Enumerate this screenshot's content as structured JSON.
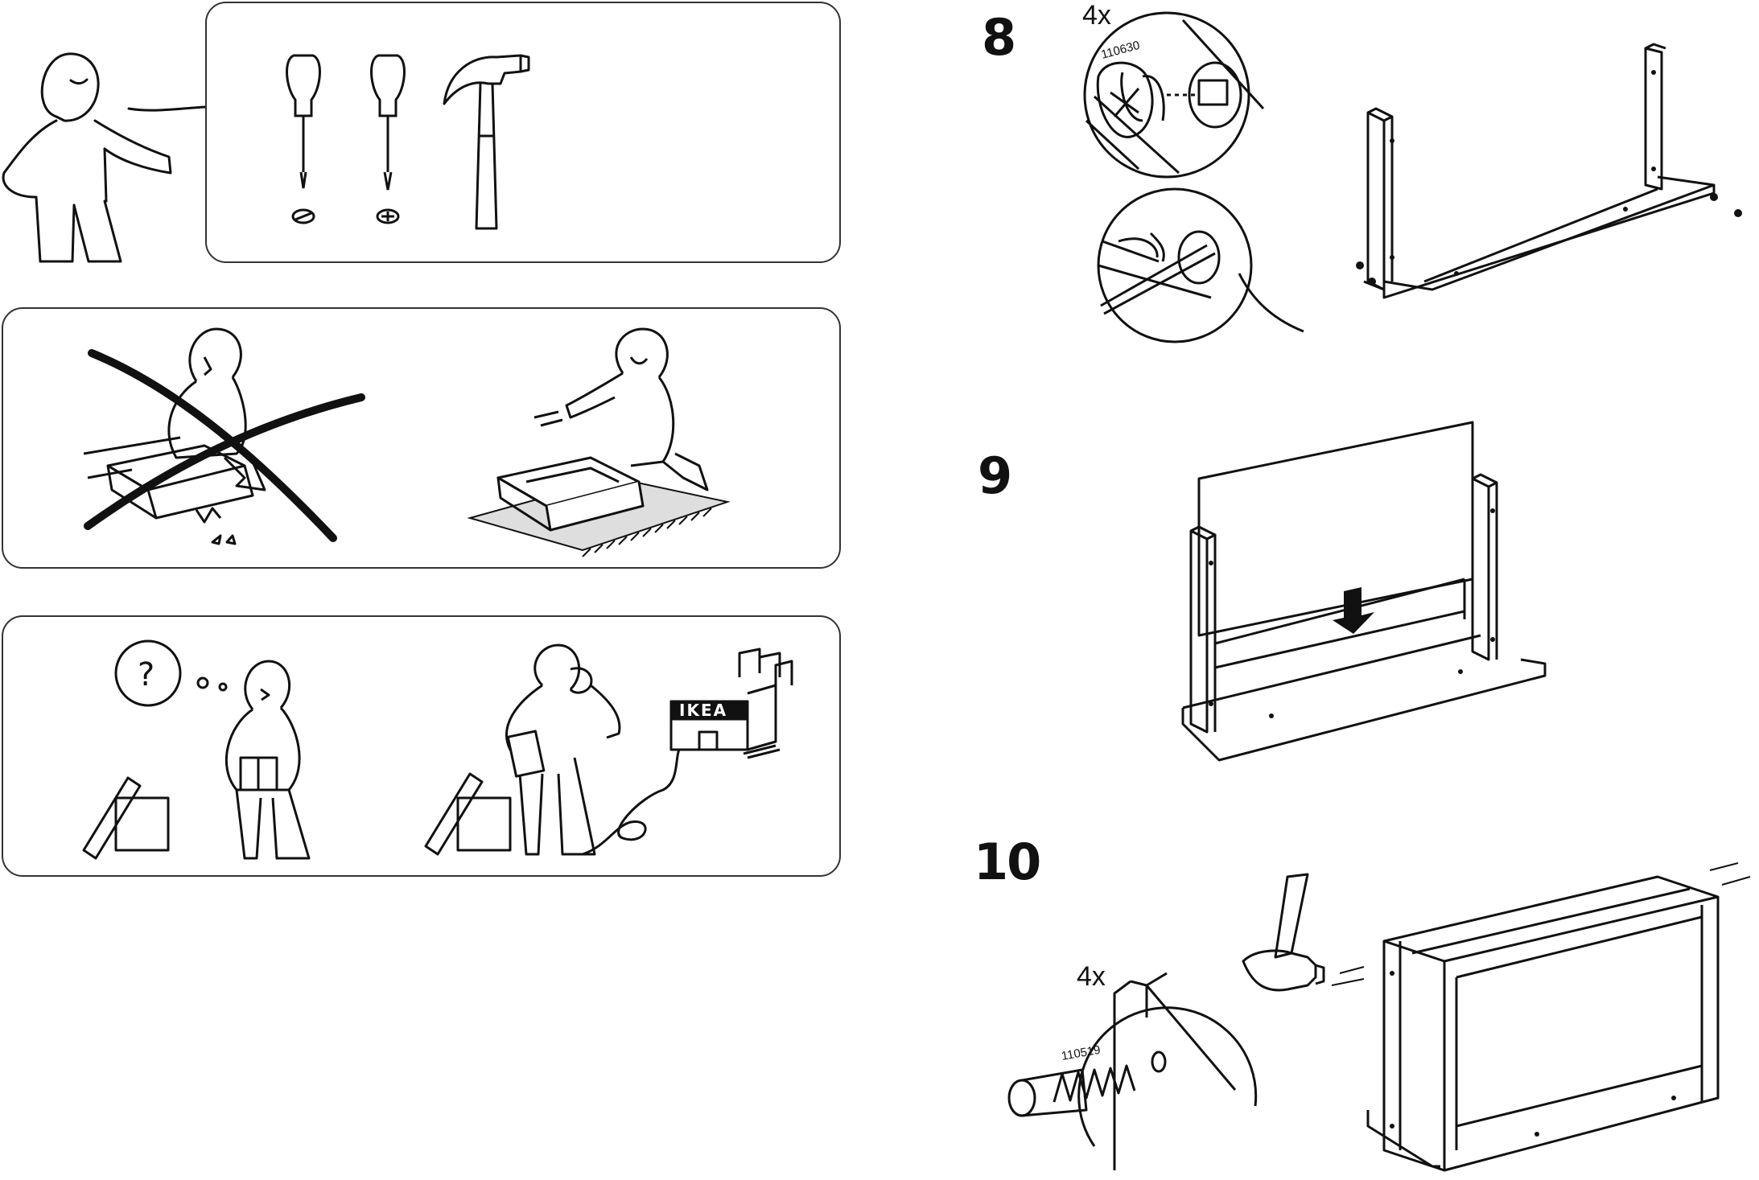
{
  "tools_panel": {
    "icons": [
      "flat-screwdriver-icon",
      "phillips-screwdriver-icon",
      "hammer-icon"
    ]
  },
  "care_panel": {
    "icons": [
      "crossed-out-hard-floor-icon",
      "soft-rug-icon"
    ]
  },
  "help_panel": {
    "question_mark": "?",
    "store_sign": "IKEA"
  },
  "steps": [
    {
      "number": "8",
      "quantity": "4x",
      "part_number": "110630"
    },
    {
      "number": "9"
    },
    {
      "number": "10",
      "quantity": "4x",
      "part_number": "110519"
    }
  ]
}
